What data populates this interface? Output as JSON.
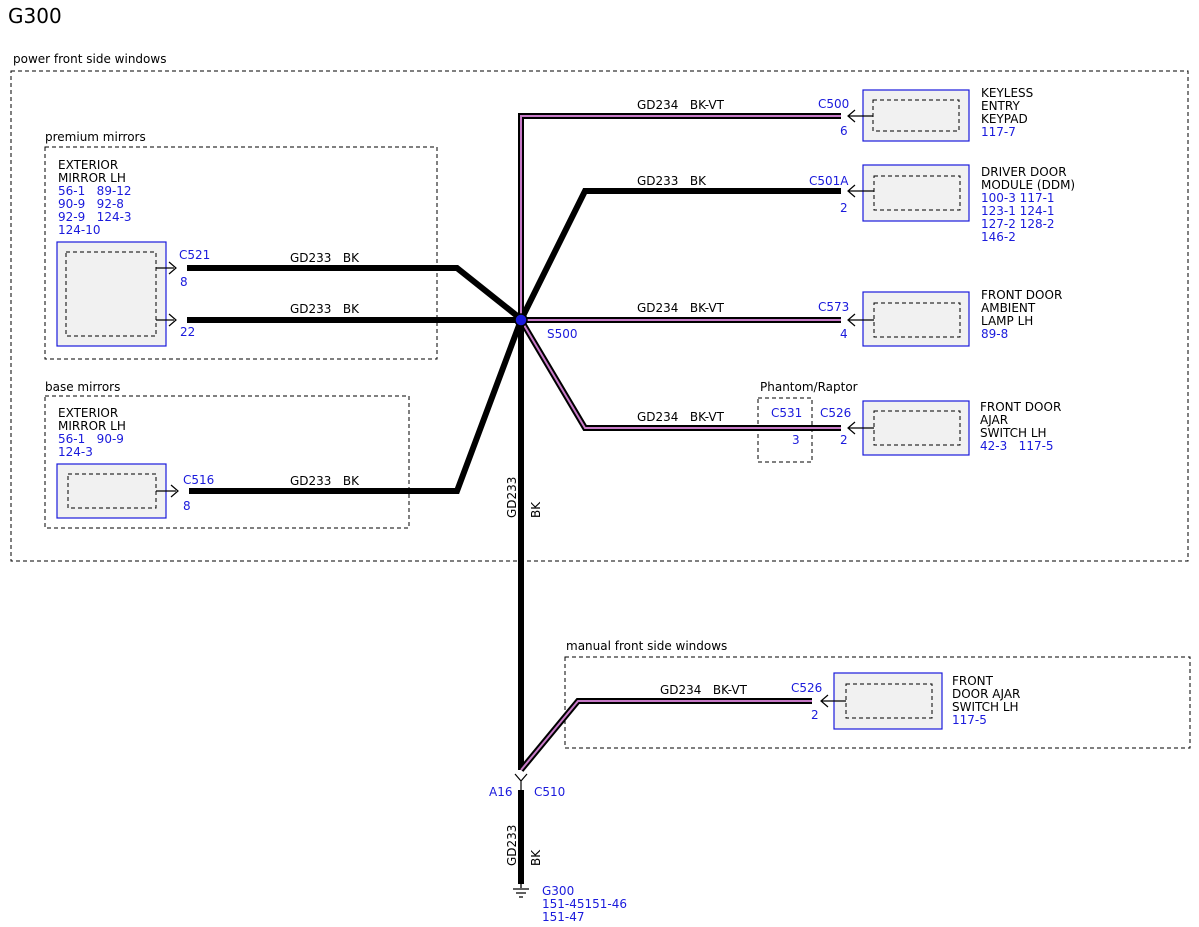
{
  "title": "G300",
  "colors": {
    "connector_label": "#1a1adc",
    "device_border": "#1a1adc",
    "wire_stripe_violet": "#c77ac7",
    "splice_fill": "#1a1adc"
  },
  "groups": {
    "power_front_side_windows": "power front side windows",
    "premium_mirrors": "premium mirrors",
    "base_mirrors": "base mirrors",
    "phantom_raptor": "Phantom/Raptor",
    "manual_front_side_windows": "manual front side windows"
  },
  "devices": {
    "mirror_premium": {
      "name": [
        "EXTERIOR",
        "MIRROR LH"
      ],
      "refs": [
        "56-1   89-12",
        "90-9   92-8",
        "92-9   124-3",
        "124-10"
      ]
    },
    "mirror_base": {
      "name": [
        "EXTERIOR",
        "MIRROR LH"
      ],
      "refs": [
        "56-1   90-9",
        "124-3"
      ]
    },
    "keyless_keypad": {
      "name": [
        "KEYLESS",
        "ENTRY",
        "KEYPAD"
      ],
      "refs": [
        "117-7"
      ]
    },
    "ddm": {
      "name": [
        "DRIVER DOOR",
        "MODULE (DDM)"
      ],
      "refs": [
        "100-3 117-1",
        "123-1 124-1",
        "127-2 128-2",
        "146-2"
      ]
    },
    "ambient_lamp": {
      "name": [
        "FRONT DOOR",
        "AMBIENT",
        "LAMP LH"
      ],
      "refs": [
        "89-8"
      ]
    },
    "ajar_switch": {
      "name": [
        "FRONT DOOR",
        "AJAR",
        "SWITCH LH"
      ],
      "refs": [
        "42-3   117-5"
      ]
    },
    "ajar_switch_manual": {
      "name": [
        "FRONT",
        "DOOR AJAR",
        "SWITCH LH"
      ],
      "refs": [
        "117-5"
      ]
    }
  },
  "connectors": {
    "c521": {
      "id": "C521",
      "pin": "8"
    },
    "c521b": {
      "pin": "22"
    },
    "c516": {
      "id": "C516",
      "pin": "8"
    },
    "c500": {
      "id": "C500",
      "pin": "6"
    },
    "c501a": {
      "id": "C501A",
      "pin": "2"
    },
    "c573": {
      "id": "C573",
      "pin": "4"
    },
    "c526": {
      "id": "C526",
      "pin": "2"
    },
    "c531": {
      "id": "C531",
      "pin": "3"
    },
    "c526_manual": {
      "id": "C526",
      "pin": "2"
    },
    "c510": {
      "id": "C510",
      "pin": "A16"
    }
  },
  "wires": {
    "mirror_upper": "GD233   BK",
    "mirror_lower": "GD233   BK",
    "mirror_base": "GD233   BK",
    "keypad": "GD234   BK-VT",
    "ddm": "GD233   BK",
    "ambient": "GD234   BK-VT",
    "ajar": "GD234   BK-VT",
    "manual_ajar": "GD234   BK-VT",
    "trunk_circuit": "GD233",
    "trunk_color": "BK",
    "ground_circuit": "GD233",
    "ground_color": "BK"
  },
  "splice": {
    "id": "S500"
  },
  "ground": {
    "id": "G300",
    "refs": [
      "151-45151-46",
      "151-47"
    ]
  }
}
